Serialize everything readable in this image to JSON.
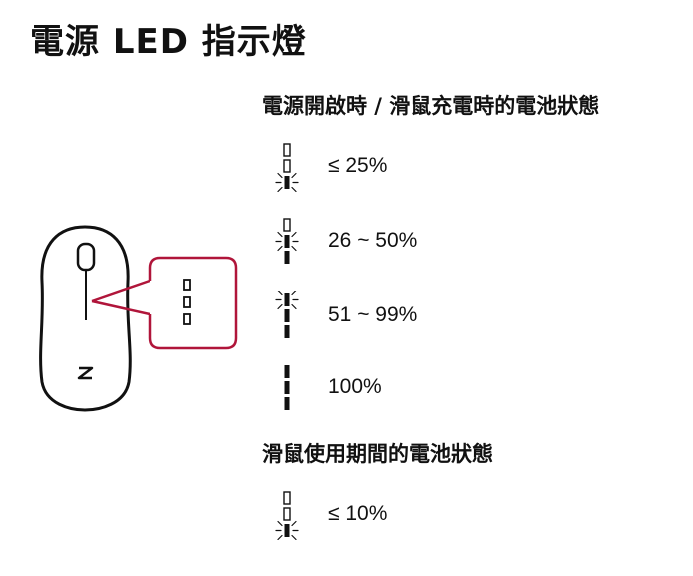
{
  "page": {
    "title": "電源 LED 指示燈"
  },
  "charging_section": {
    "heading": "電源開啟時 / 滑鼠充電時的電池狀態",
    "levels": [
      {
        "label": "≤ 25%",
        "bars": [
          "empty",
          "empty",
          "blink"
        ]
      },
      {
        "label": "26 ~ 50%",
        "bars": [
          "empty",
          "blink",
          "solid"
        ]
      },
      {
        "label": "51 ~ 99%",
        "bars": [
          "blink",
          "solid",
          "solid"
        ]
      },
      {
        "label": "100%",
        "bars": [
          "solid",
          "solid",
          "solid"
        ]
      }
    ]
  },
  "usage_section": {
    "heading": "滑鼠使用期間的電池狀態",
    "levels": [
      {
        "label": "≤ 10%",
        "bars": [
          "empty",
          "empty",
          "blink"
        ]
      }
    ]
  },
  "mouse": {
    "logo_icon": "zowie-logo-icon",
    "callout_color": "#b0153a"
  }
}
